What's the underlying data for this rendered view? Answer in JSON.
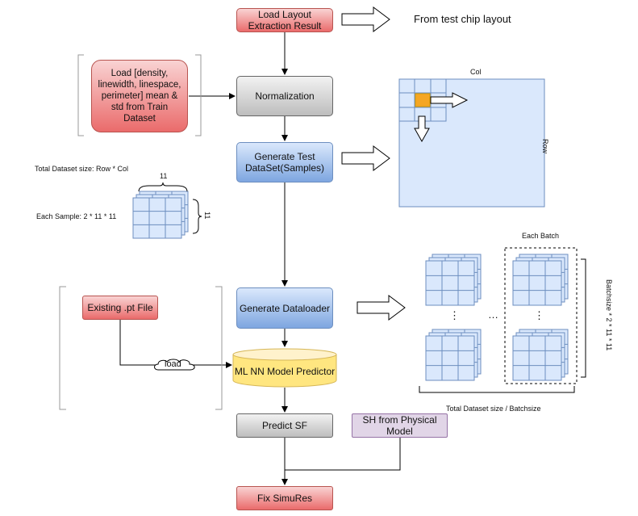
{
  "nodes": {
    "load_layout": "Load Layout\nExtraction Result",
    "load_stats": "Load [density,\nlinewidth, linespace,\nperimeter] mean &\nstd from Train\nDataset",
    "normalization": "Normalization",
    "gen_test": "Generate Test\nDataSet(Samples)",
    "gen_loader": "Generate Dataloader",
    "existing_pt": "Existing .pt File",
    "predictor": "ML NN Model Predictor",
    "predict_sf": "Predict SF",
    "sh_physical": "SH from Physical\nModel",
    "fix_simures": "Fix SimuRes"
  },
  "labels": {
    "from_chip": "From test chip layout",
    "col": "Col",
    "row": "Row",
    "total_size": "Total Dataset size: Row * Col",
    "each_sample": "Each Sample: 2 * 11 * 11",
    "eleven_top": "11",
    "eleven_side": "11",
    "load": "load",
    "each_batch": "Each Batch",
    "batchsize": "Batchsize * 2 * 11 * 11",
    "total_batch": "Total Dataset size / Batchsize",
    "dots_v1": "⋮",
    "dots_v2": "⋮",
    "dots_h": "…"
  },
  "colors": {
    "grid_fill": "#dae8fc",
    "grid_stroke": "#6c8ebf",
    "highlight": "#f5a623"
  }
}
